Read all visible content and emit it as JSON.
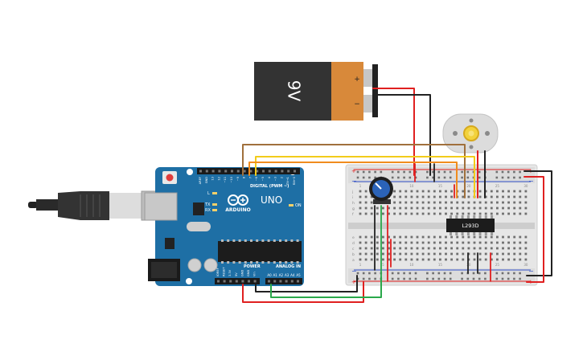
{
  "battery": {
    "label": "9V",
    "plus": "+",
    "minus": "−"
  },
  "arduino": {
    "brand": "ARDUINO",
    "model": "UNO",
    "digital_label": "DIGITAL (PWM ~)",
    "power_label": "POWER",
    "analog_label": "ANALOG IN",
    "tx": "TX",
    "rx": "RX",
    "l_led": "L",
    "on_led": "ON",
    "top_pins": [
      "AREF",
      "GND",
      "13",
      "12",
      "~11",
      "~10",
      "~9",
      "8",
      "7",
      "~6",
      "~5",
      "4",
      "~3",
      "2",
      "TX→1",
      "RX←0"
    ],
    "power_pins": [
      "IOREF",
      "RESET",
      "3.3V",
      "5V",
      "GND",
      "GND",
      "Vin"
    ],
    "analog_pins": [
      "A0",
      "A1",
      "A2",
      "A3",
      "A4",
      "A5"
    ]
  },
  "chip": {
    "label": "L293D"
  },
  "breadboard": {
    "plus": "+",
    "minus": "−",
    "row_letters_top": [
      "j",
      "i",
      "h",
      "g",
      "f"
    ],
    "row_letters_bottom": [
      "e",
      "d",
      "c",
      "b",
      "a"
    ],
    "column_numbers": [
      "1",
      "5",
      "10",
      "15",
      "20",
      "25",
      "30"
    ]
  },
  "colors": {
    "arduino_blue": "#1e6fa5",
    "wire_red": "#e02020",
    "wire_black": "#222222",
    "wire_brown": "#a0703c",
    "wire_yellow": "#f2cc1a",
    "wire_orange": "#f08c1e",
    "wire_green": "#2aa84a",
    "battery_orange": "#d8893a"
  }
}
